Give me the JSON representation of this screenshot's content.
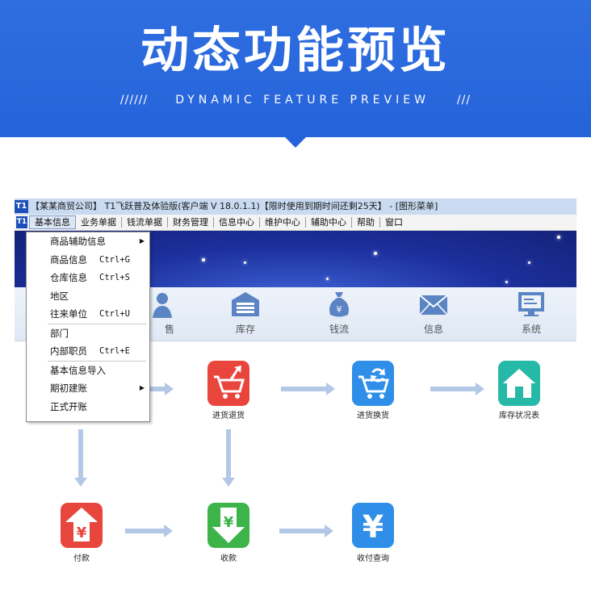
{
  "banner": {
    "title": "动态功能预览",
    "sub_left": "//////",
    "sub_mid": "DYNAMIC FEATURE PREVIEW",
    "sub_right": "///"
  },
  "window": {
    "logo": "T1",
    "title": "【某某商贸公司】 T1飞跃普及体验版(客户端 V 18.0.1.1)【限时使用到期时间还剩25天】 - [图形菜单]"
  },
  "menubar": {
    "logo": "T1",
    "items": [
      "基本信息",
      "业务单据",
      "钱流单据",
      "财务管理",
      "信息中心",
      "维护中心",
      "辅助中心",
      "帮助",
      "窗口"
    ]
  },
  "toolbar": {
    "items": [
      {
        "label": "售",
        "icon": "person-icon"
      },
      {
        "label": "库存",
        "icon": "warehouse-icon"
      },
      {
        "label": "钱流",
        "icon": "money-bag-icon"
      },
      {
        "label": "信息",
        "icon": "envelope-icon"
      },
      {
        "label": "系统",
        "icon": "monitor-icon"
      }
    ]
  },
  "flow": {
    "purchase_return": "进货退货",
    "purchase_exchange": "进货换货",
    "stock_status": "库存状况表",
    "payment": "付款",
    "receipt": "收款",
    "payment_query": "收付查询",
    "colors": {
      "red": "#e8453c",
      "blue": "#2e8ee8",
      "teal": "#27b9a8",
      "green": "#3cb44a"
    }
  },
  "dropdown": {
    "items": [
      {
        "label": "商品辅助信息",
        "shortcut": "",
        "submenu": true
      },
      {
        "label": "商品信息",
        "shortcut": "Ctrl+G",
        "submenu": false
      },
      {
        "label": "仓库信息",
        "shortcut": "Ctrl+S",
        "submenu": false
      },
      {
        "label": "地区",
        "shortcut": "",
        "submenu": false
      },
      {
        "label": "往来单位",
        "shortcut": "Ctrl+U",
        "submenu": false
      },
      {
        "label": "部门",
        "shortcut": "",
        "submenu": false
      },
      {
        "label": "内部职员",
        "shortcut": "Ctrl+E",
        "submenu": false
      },
      {
        "label": "基本信息导入",
        "shortcut": "",
        "submenu": false
      },
      {
        "label": "期初建账",
        "shortcut": "",
        "submenu": true
      },
      {
        "label": "正式开账",
        "shortcut": "",
        "submenu": false
      }
    ],
    "submenu_glyph": "▶"
  }
}
